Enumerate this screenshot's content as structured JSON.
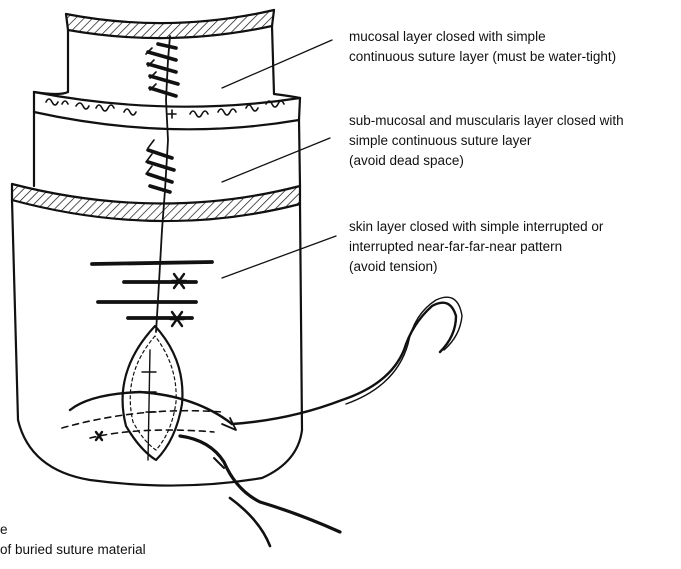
{
  "annotations": {
    "mucosal": {
      "lines": [
        "mucosal layer closed with simple",
        "continuous suture layer (must be water-tight)"
      ]
    },
    "submucosal": {
      "lines": [
        "sub-mucosal and muscularis layer closed with",
        "simple continuous suture layer",
        "(avoid dead space)"
      ]
    },
    "skin": {
      "lines": [
        "skin layer closed with simple interrupted or",
        "interrupted near-far-far-near pattern",
        "(avoid tension)"
      ]
    },
    "footnote": {
      "lines": [
        "e",
        "of buried suture material"
      ]
    }
  },
  "colors": {
    "ink": "#111111",
    "background": "#ffffff"
  }
}
